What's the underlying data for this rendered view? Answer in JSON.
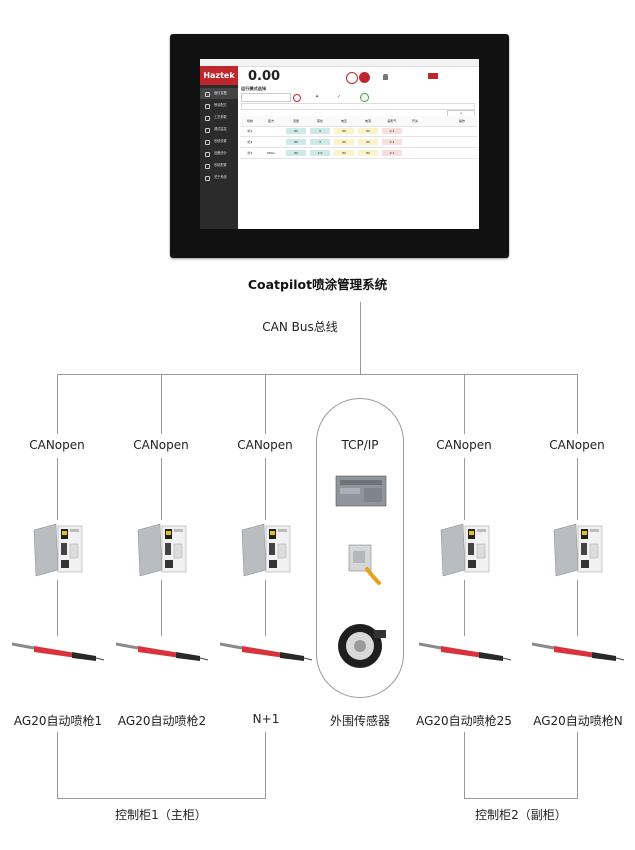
{
  "system": {
    "title": "Coatpilot喷涂管理系统",
    "bus_label": "CAN Bus总线"
  },
  "app_screen": {
    "window_title": "Haztek CoatPilot",
    "logo": "Haztek",
    "value": "0.00",
    "mode_title": "运行模式选择",
    "sidebar": [
      "设计文档",
      "喷涂配方",
      "工艺参数",
      "调试监控",
      "系统设置",
      "设备统计",
      "系统配置",
      "关于系统"
    ],
    "table_headers": [
      "喷枪",
      "配方",
      "流量",
      "雾化",
      "电压",
      "电流",
      "扇形气",
      "开关",
      "",
      "操作"
    ],
    "table_rows": [
      [
        "喷1",
        "",
        "80",
        "3",
        "80",
        "80",
        "0.1",
        "",
        "",
        ""
      ],
      [
        "喷2",
        "",
        "80",
        "3",
        "80",
        "80",
        "0.1",
        "",
        "",
        ""
      ],
      [
        "喷3",
        "P8G1",
        "80",
        "2.0",
        "80",
        "80",
        "0.1",
        "",
        "",
        ""
      ]
    ]
  },
  "nodes": [
    {
      "protocol": "CANopen",
      "device": "AG20自动喷枪1"
    },
    {
      "protocol": "CANopen",
      "device": "AG20自动喷枪2"
    },
    {
      "protocol": "CANopen",
      "device": "N+1"
    },
    {
      "protocol": "TCP/IP",
      "device": "外围传感器"
    },
    {
      "protocol": "CANopen",
      "device": "AG20自动喷枪25"
    },
    {
      "protocol": "CANopen",
      "device": "AG20自动喷枪N"
    }
  ],
  "cabinets": [
    {
      "label": "控制柜1（主柜）"
    },
    {
      "label": "控制柜2（副柜）"
    }
  ],
  "colors": {
    "line": "#9a9a9a",
    "brand_red": "#c0272d",
    "gun_red": "#d8323c"
  }
}
